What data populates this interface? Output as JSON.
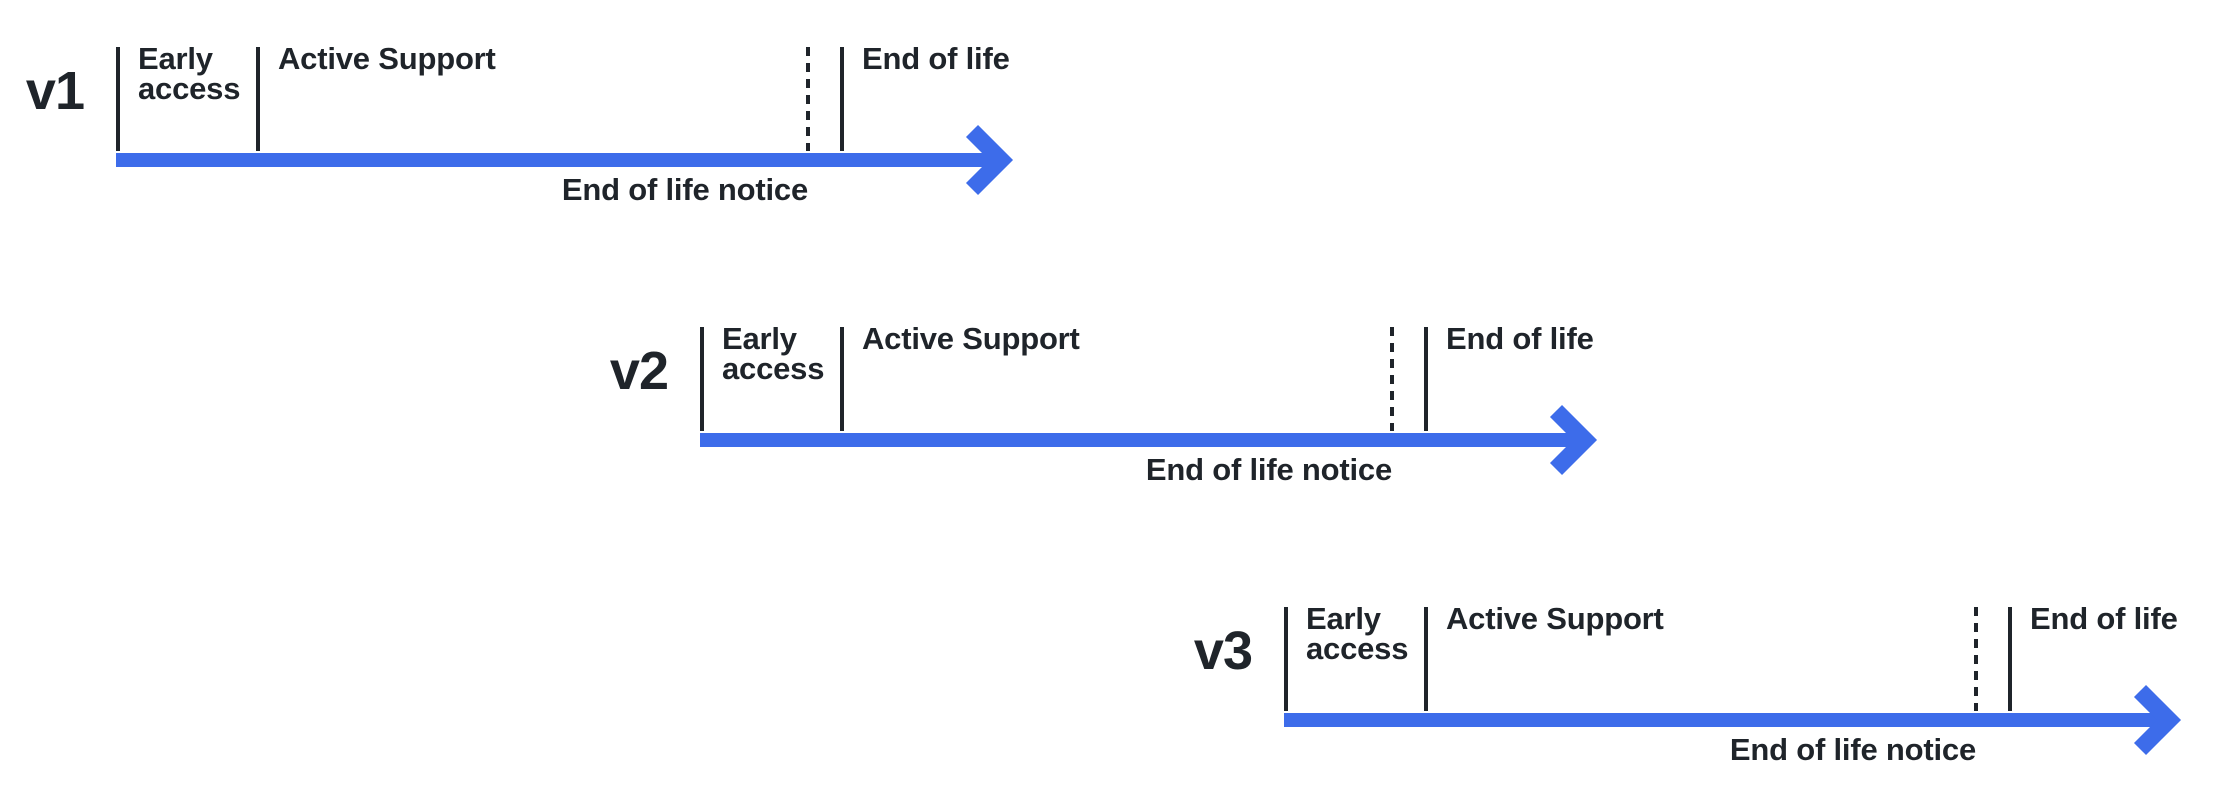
{
  "diagram": {
    "colors": {
      "blue": "#3D6CEA",
      "ink": "#1F242A",
      "bg": "#FFFFFF"
    },
    "icons": {
      "arrow": "arrow-right",
      "eol_notice_marker": "vertical-dashed-line"
    },
    "timelines": [
      {
        "version": "v1",
        "early_access": "Early access",
        "active_support": "Active Support",
        "end_of_life": "End of life",
        "end_of_life_notice": "End of life notice"
      },
      {
        "version": "v2",
        "early_access": "Early access",
        "active_support": "Active Support",
        "end_of_life": "End of life",
        "end_of_life_notice": "End of life notice"
      },
      {
        "version": "v3",
        "early_access": "Early access",
        "active_support": "Active Support",
        "end_of_life": "End of life",
        "end_of_life_notice": "End of life notice"
      }
    ]
  }
}
